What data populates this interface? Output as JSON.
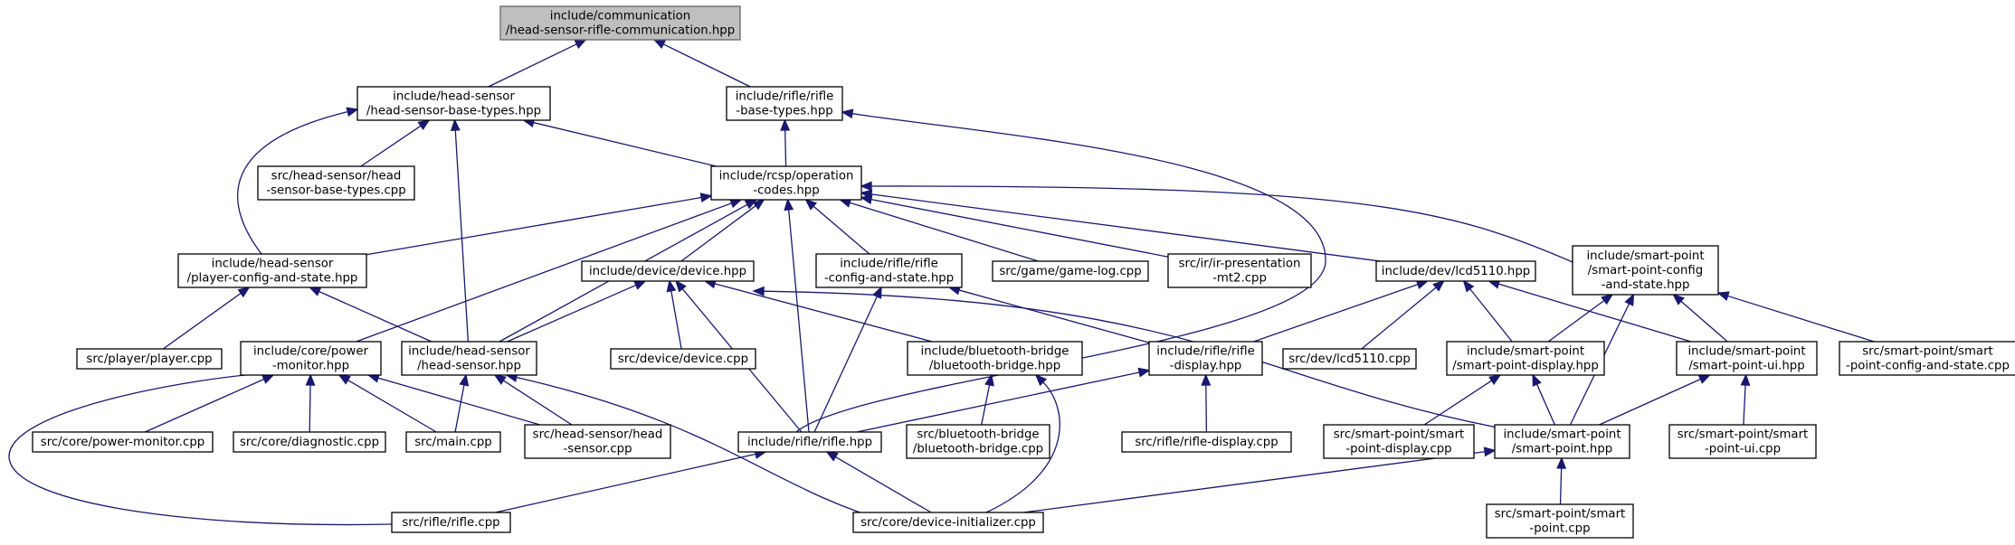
{
  "graph": {
    "nodes": [
      {
        "id": "n_root",
        "lines": [
          "include/communication",
          "/head-sensor-rifle-communication.hpp"
        ],
        "root": true
      },
      {
        "id": "n_hs_base",
        "lines": [
          "include/head-sensor",
          "/head-sensor-base-types.hpp"
        ]
      },
      {
        "id": "n_rifle_base",
        "lines": [
          "include/rifle/rifle",
          "-base-types.hpp"
        ]
      },
      {
        "id": "n_src_hs_base",
        "lines": [
          "src/head-sensor/head",
          "-sensor-base-types.cpp"
        ]
      },
      {
        "id": "n_opcodes",
        "lines": [
          "include/rcsp/operation",
          "-codes.hpp"
        ]
      },
      {
        "id": "n_player_cfg",
        "lines": [
          "include/head-sensor",
          "/player-config-and-state.hpp"
        ]
      },
      {
        "id": "n_device",
        "lines": [
          "include/device/device.hpp"
        ]
      },
      {
        "id": "n_rifle_cfg",
        "lines": [
          "include/rifle/rifle",
          "-config-and-state.hpp"
        ]
      },
      {
        "id": "n_gamelog",
        "lines": [
          "src/game/game-log.cpp"
        ]
      },
      {
        "id": "n_ir",
        "lines": [
          "src/ir/ir-presentation",
          "-mt2.cpp"
        ]
      },
      {
        "id": "n_lcd",
        "lines": [
          "include/dev/lcd5110.hpp"
        ]
      },
      {
        "id": "n_sp_cfg",
        "lines": [
          "include/smart-point",
          "/smart-point-config",
          "-and-state.hpp"
        ]
      },
      {
        "id": "n_player_cpp",
        "lines": [
          "src/player/player.cpp"
        ]
      },
      {
        "id": "n_power",
        "lines": [
          "include/core/power",
          "-monitor.hpp"
        ]
      },
      {
        "id": "n_hs",
        "lines": [
          "include/head-sensor",
          "/head-sensor.hpp"
        ]
      },
      {
        "id": "n_device_cpp",
        "lines": [
          "src/device/device.cpp"
        ]
      },
      {
        "id": "n_bt",
        "lines": [
          "include/bluetooth-bridge",
          "/bluetooth-bridge.hpp"
        ]
      },
      {
        "id": "n_rifle_disp",
        "lines": [
          "include/rifle/rifle",
          "-display.hpp"
        ]
      },
      {
        "id": "n_lcd_cpp",
        "lines": [
          "src/dev/lcd5110.cpp"
        ]
      },
      {
        "id": "n_sp_disp",
        "lines": [
          "include/smart-point",
          "/smart-point-display.hpp"
        ]
      },
      {
        "id": "n_sp_ui",
        "lines": [
          "include/smart-point",
          "/smart-point-ui.hpp"
        ]
      },
      {
        "id": "n_src_sp_cfg",
        "lines": [
          "src/smart-point/smart",
          "-point-config-and-state.cpp"
        ]
      },
      {
        "id": "n_power_cpp",
        "lines": [
          "src/core/power-monitor.cpp"
        ]
      },
      {
        "id": "n_diag_cpp",
        "lines": [
          "src/core/diagnostic.cpp"
        ]
      },
      {
        "id": "n_main_cpp",
        "lines": [
          "src/main.cpp"
        ]
      },
      {
        "id": "n_hs_cpp",
        "lines": [
          "src/head-sensor/head",
          "-sensor.cpp"
        ]
      },
      {
        "id": "n_rifle",
        "lines": [
          "include/rifle/rifle.hpp"
        ]
      },
      {
        "id": "n_bt_cpp",
        "lines": [
          "src/bluetooth-bridge",
          "/bluetooth-bridge.cpp"
        ]
      },
      {
        "id": "n_rifle_disp_cpp",
        "lines": [
          "src/rifle/rifle-display.cpp"
        ]
      },
      {
        "id": "n_sp_disp_cpp",
        "lines": [
          "src/smart-point/smart",
          "-point-display.cpp"
        ]
      },
      {
        "id": "n_sp",
        "lines": [
          "include/smart-point",
          "/smart-point.hpp"
        ]
      },
      {
        "id": "n_sp_ui_cpp",
        "lines": [
          "src/smart-point/smart",
          "-point-ui.cpp"
        ]
      },
      {
        "id": "n_rifle_cpp",
        "lines": [
          "src/rifle/rifle.cpp"
        ]
      },
      {
        "id": "n_devinit_cpp",
        "lines": [
          "src/core/device-initializer.cpp"
        ]
      },
      {
        "id": "n_sp_cpp",
        "lines": [
          "src/smart-point/smart",
          "-point.cpp"
        ]
      }
    ],
    "edges": [
      {
        "from": "n_hs_base",
        "to": "n_root"
      },
      {
        "from": "n_rifle_base",
        "to": "n_root"
      },
      {
        "from": "n_src_hs_base",
        "to": "n_hs_base"
      },
      {
        "from": "n_opcodes",
        "to": "n_hs_base"
      },
      {
        "from": "n_player_cfg",
        "to": "n_hs_base"
      },
      {
        "from": "n_hs",
        "to": "n_hs_base"
      },
      {
        "from": "n_opcodes",
        "to": "n_rifle_base"
      },
      {
        "from": "n_rifle",
        "to": "n_rifle_base"
      },
      {
        "from": "n_player_cfg",
        "to": "n_opcodes"
      },
      {
        "from": "n_power",
        "to": "n_opcodes"
      },
      {
        "from": "n_hs",
        "to": "n_opcodes"
      },
      {
        "from": "n_device",
        "to": "n_opcodes"
      },
      {
        "from": "n_rifle",
        "to": "n_opcodes"
      },
      {
        "from": "n_rifle_cfg",
        "to": "n_opcodes"
      },
      {
        "from": "n_gamelog",
        "to": "n_opcodes"
      },
      {
        "from": "n_ir",
        "to": "n_opcodes"
      },
      {
        "from": "n_lcd",
        "to": "n_opcodes"
      },
      {
        "from": "n_sp_cfg",
        "to": "n_opcodes"
      },
      {
        "from": "n_player_cpp",
        "to": "n_player_cfg"
      },
      {
        "from": "n_hs",
        "to": "n_player_cfg"
      },
      {
        "from": "n_hs",
        "to": "n_device"
      },
      {
        "from": "n_device_cpp",
        "to": "n_device"
      },
      {
        "from": "n_bt",
        "to": "n_device"
      },
      {
        "from": "n_rifle",
        "to": "n_device"
      },
      {
        "from": "n_sp",
        "to": "n_device"
      },
      {
        "from": "n_rifle",
        "to": "n_rifle_cfg"
      },
      {
        "from": "n_rifle_disp",
        "to": "n_rifle_cfg"
      },
      {
        "from": "n_rifle_disp",
        "to": "n_lcd"
      },
      {
        "from": "n_lcd_cpp",
        "to": "n_lcd"
      },
      {
        "from": "n_sp_disp",
        "to": "n_lcd"
      },
      {
        "from": "n_sp_ui",
        "to": "n_lcd"
      },
      {
        "from": "n_sp_disp",
        "to": "n_sp_cfg"
      },
      {
        "from": "n_sp_ui",
        "to": "n_sp_cfg"
      },
      {
        "from": "n_src_sp_cfg",
        "to": "n_sp_cfg"
      },
      {
        "from": "n_sp",
        "to": "n_sp_cfg"
      },
      {
        "from": "n_power_cpp",
        "to": "n_power"
      },
      {
        "from": "n_diag_cpp",
        "to": "n_power"
      },
      {
        "from": "n_main_cpp",
        "to": "n_power"
      },
      {
        "from": "n_hs_cpp",
        "to": "n_power"
      },
      {
        "from": "n_rifle_cpp",
        "to": "n_power"
      },
      {
        "from": "n_main_cpp",
        "to": "n_hs"
      },
      {
        "from": "n_hs_cpp",
        "to": "n_hs"
      },
      {
        "from": "n_devinit_cpp",
        "to": "n_hs"
      },
      {
        "from": "n_bt_cpp",
        "to": "n_bt"
      },
      {
        "from": "n_devinit_cpp",
        "to": "n_bt"
      },
      {
        "from": "n_rifle",
        "to": "n_rifle_disp"
      },
      {
        "from": "n_rifle_disp_cpp",
        "to": "n_rifle_disp"
      },
      {
        "from": "n_sp_disp_cpp",
        "to": "n_sp_disp"
      },
      {
        "from": "n_sp",
        "to": "n_sp_disp"
      },
      {
        "from": "n_sp",
        "to": "n_sp_ui"
      },
      {
        "from": "n_sp_ui_cpp",
        "to": "n_sp_ui"
      },
      {
        "from": "n_rifle_cpp",
        "to": "n_rifle"
      },
      {
        "from": "n_devinit_cpp",
        "to": "n_rifle"
      },
      {
        "from": "n_devinit_cpp",
        "to": "n_sp"
      },
      {
        "from": "n_sp_cpp",
        "to": "n_sp"
      }
    ]
  },
  "colors": {
    "edge": "#191970",
    "root_fill": "#bfbfbf",
    "root_stroke": "#666666",
    "node_fill": "#ffffff",
    "node_stroke": "#000000"
  }
}
